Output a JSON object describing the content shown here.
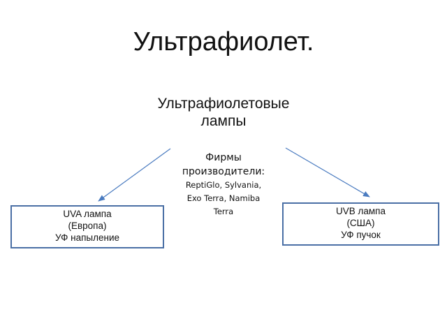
{
  "title": "Ультрафиолет.",
  "subtitle": [
    "Ультрафиолетовые",
    "лампы"
  ],
  "vendors": {
    "heading": [
      "Фирмы",
      "производители:"
    ],
    "names": [
      "ReptiGlo, Sylvania,",
      "Exo Terra, Namiba",
      "Terra"
    ]
  },
  "left_box": [
    "UVA лампа",
    "(Европа)",
    "УФ напыление"
  ],
  "right_box": [
    "UVB лампа",
    "(США)",
    "УФ пучок"
  ],
  "colors": {
    "arrow": "#4a7bc0",
    "box_border": "#4a6fa5"
  }
}
